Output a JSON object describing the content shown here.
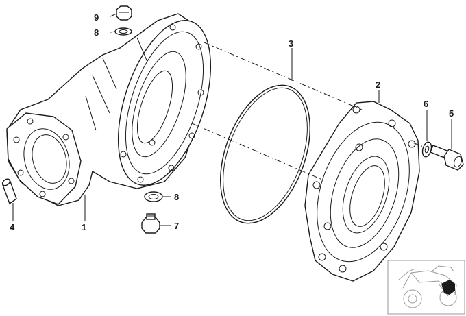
{
  "diagram": {
    "callouts": {
      "c1": "1",
      "c2": "2",
      "c3": "3",
      "c4": "4",
      "c5": "5",
      "c6": "6",
      "c7": "7",
      "c8a": "8",
      "c8b": "8",
      "c9": "9"
    }
  }
}
